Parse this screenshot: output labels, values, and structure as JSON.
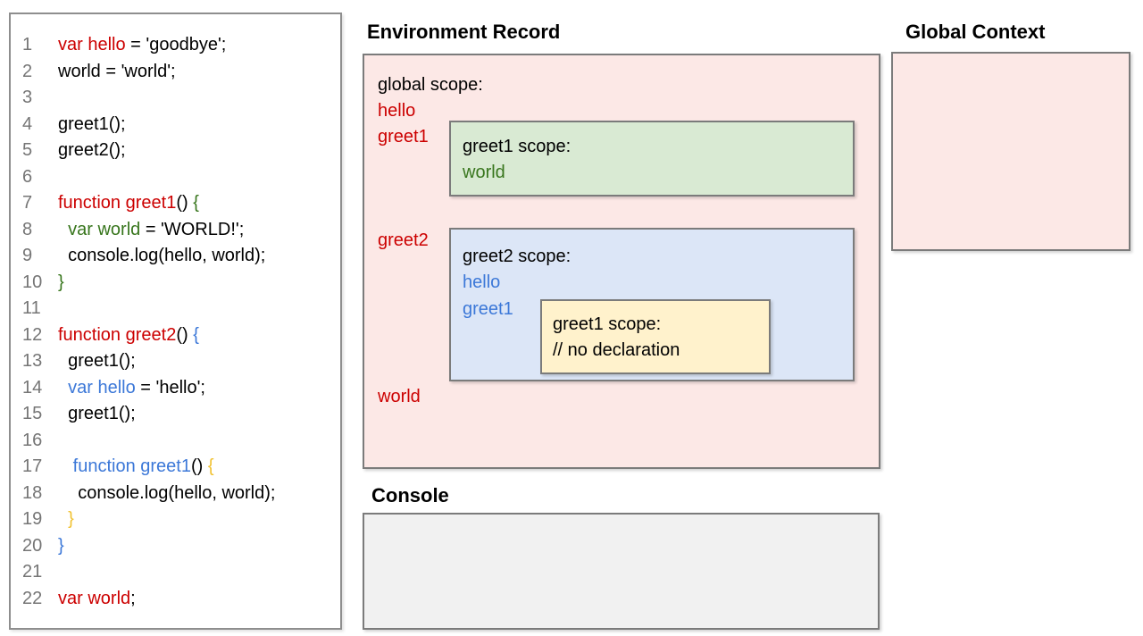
{
  "titles": {
    "environment_record": "Environment Record",
    "global_context": "Global Context",
    "console": "Console"
  },
  "colors": {
    "syntax": {
      "red": "#cc0000",
      "green": "#38761d",
      "blue": "#3c78d8",
      "yellow": "#f1c232",
      "black": "#000000"
    },
    "line_number": "#757575",
    "box_border": "#7b7b7b",
    "fills": {
      "global_scope": "#fce8e6",
      "greet1_scope": "#d9ead3",
      "greet2_scope": "#dce6f7",
      "nested_greet1_scope": "#fff2cc",
      "global_context": "#fce8e6",
      "console": "#f1f1f1"
    }
  },
  "code": {
    "lines": [
      {
        "n": "1",
        "segs": [
          {
            "t": "var hello",
            "c": "red"
          },
          {
            "t": " = 'goodbye';",
            "c": "black"
          }
        ]
      },
      {
        "n": "2",
        "segs": [
          {
            "t": "world = 'world';",
            "c": "black"
          }
        ]
      },
      {
        "n": "3",
        "segs": []
      },
      {
        "n": "4",
        "segs": [
          {
            "t": "greet1();",
            "c": "black"
          }
        ]
      },
      {
        "n": "5",
        "segs": [
          {
            "t": "greet2();",
            "c": "black"
          }
        ]
      },
      {
        "n": "6",
        "segs": []
      },
      {
        "n": "7",
        "segs": [
          {
            "t": "function greet1",
            "c": "red"
          },
          {
            "t": "() ",
            "c": "black"
          },
          {
            "t": "{",
            "c": "green"
          }
        ]
      },
      {
        "n": "8",
        "segs": [
          {
            "t": "  ",
            "c": "black"
          },
          {
            "t": "var world",
            "c": "green"
          },
          {
            "t": " = 'WORLD!';",
            "c": "black"
          }
        ]
      },
      {
        "n": "9",
        "segs": [
          {
            "t": "  console.log(hello, world);",
            "c": "black"
          }
        ]
      },
      {
        "n": "10",
        "segs": [
          {
            "t": "}",
            "c": "green"
          }
        ]
      },
      {
        "n": "11",
        "segs": []
      },
      {
        "n": "12",
        "segs": [
          {
            "t": "function greet2",
            "c": "red"
          },
          {
            "t": "() ",
            "c": "black"
          },
          {
            "t": "{",
            "c": "blue"
          }
        ]
      },
      {
        "n": "13",
        "segs": [
          {
            "t": "  greet1();",
            "c": "black"
          }
        ]
      },
      {
        "n": "14",
        "segs": [
          {
            "t": "  ",
            "c": "black"
          },
          {
            "t": "var hello",
            "c": "blue"
          },
          {
            "t": " = 'hello';",
            "c": "black"
          }
        ]
      },
      {
        "n": "15",
        "segs": [
          {
            "t": "  greet1();",
            "c": "black"
          }
        ]
      },
      {
        "n": "16",
        "segs": []
      },
      {
        "n": "17",
        "segs": [
          {
            "t": "   ",
            "c": "black"
          },
          {
            "t": "function greet1",
            "c": "blue"
          },
          {
            "t": "() ",
            "c": "black"
          },
          {
            "t": "{",
            "c": "yellow"
          }
        ]
      },
      {
        "n": "18",
        "segs": [
          {
            "t": "    console.log(hello, world);",
            "c": "black"
          }
        ]
      },
      {
        "n": "19",
        "segs": [
          {
            "t": "  }",
            "c": "yellow"
          }
        ]
      },
      {
        "n": "20",
        "segs": [
          {
            "t": "}",
            "c": "blue"
          }
        ]
      },
      {
        "n": "21",
        "segs": []
      },
      {
        "n": "22",
        "segs": [
          {
            "t": "var world",
            "c": "red"
          },
          {
            "t": ";",
            "c": "black"
          }
        ]
      }
    ]
  },
  "environment_record": {
    "global_scope": {
      "label": "global scope:",
      "hello": "hello",
      "greet1": "greet1",
      "greet2": "greet2",
      "world": "world"
    },
    "greet1_scope": {
      "label": "greet1 scope:",
      "world": "world"
    },
    "greet2_scope": {
      "label": "greet2 scope:",
      "hello": "hello",
      "greet1": "greet1"
    },
    "nested_greet1_scope": {
      "label": "greet1 scope:",
      "comment": "// no declaration"
    }
  }
}
